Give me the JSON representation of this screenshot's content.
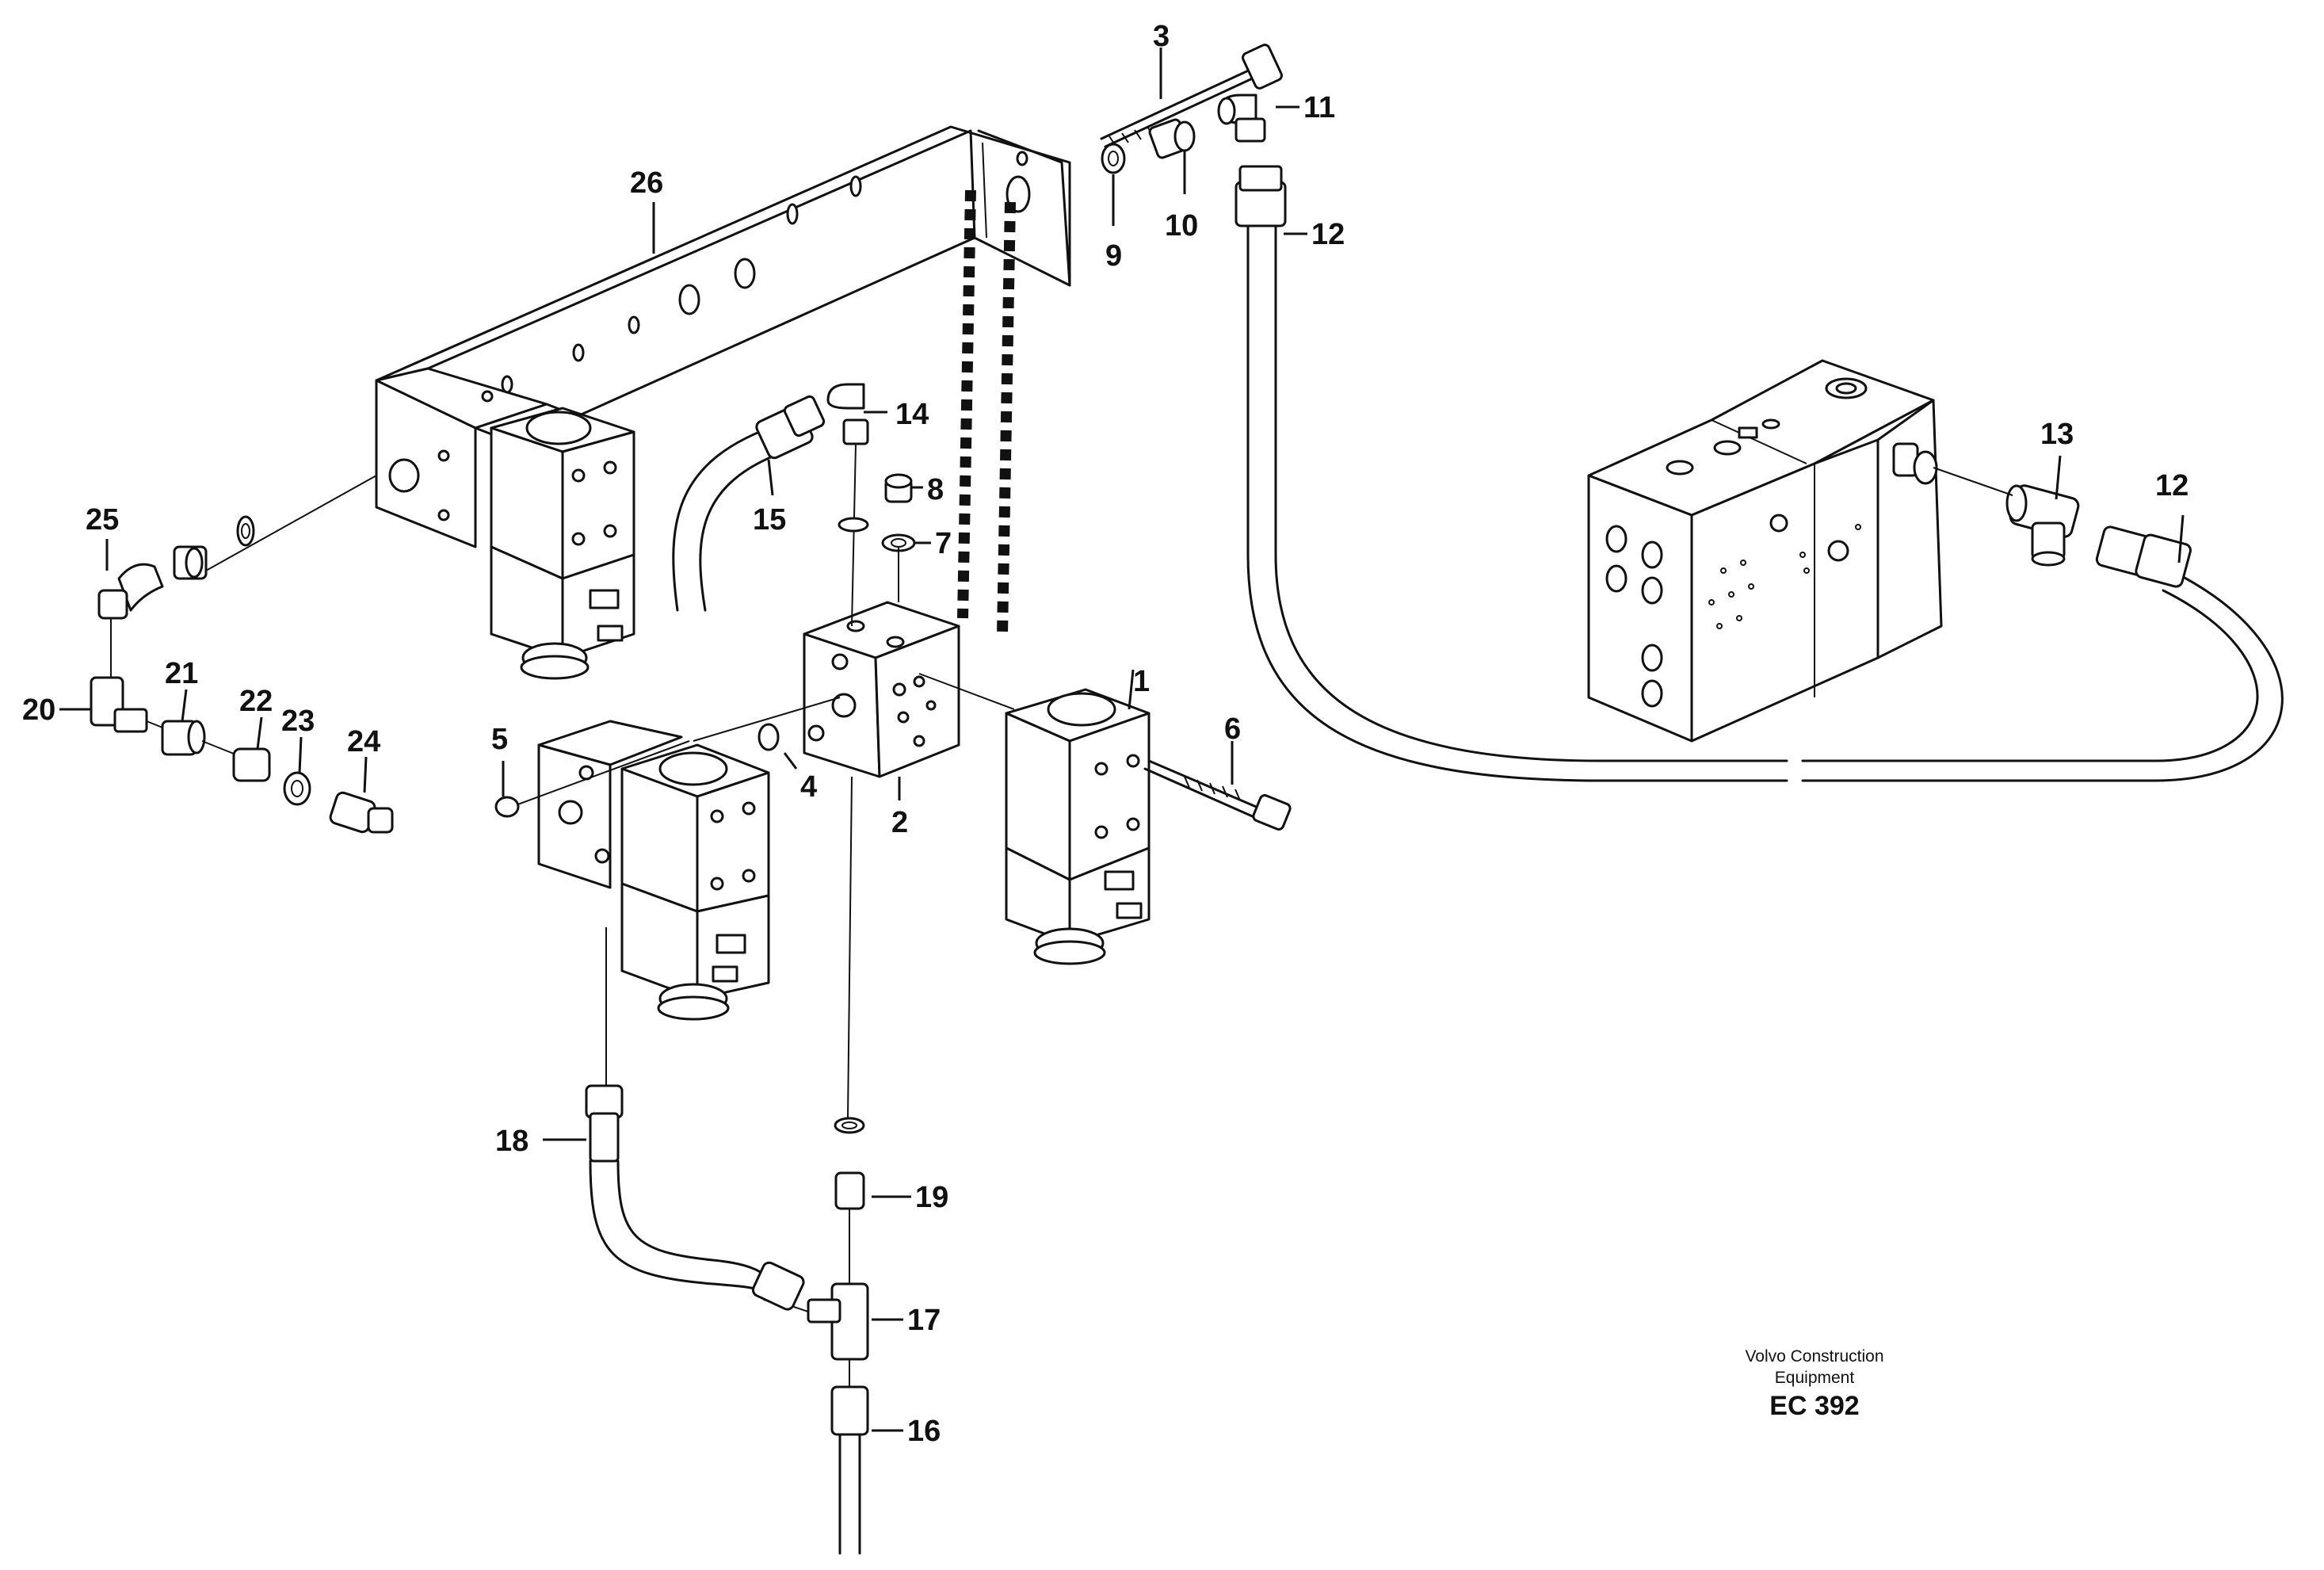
{
  "callouts": {
    "c1": "1",
    "c2": "2",
    "c3": "3",
    "c4": "4",
    "c5": "5",
    "c6": "6",
    "c7": "7",
    "c8": "8",
    "c9": "9",
    "c10": "10",
    "c11": "11",
    "c12a": "12",
    "c12b": "12",
    "c13": "13",
    "c14": "14",
    "c15": "15",
    "c16": "16",
    "c17": "17",
    "c18": "18",
    "c19": "19",
    "c20": "20",
    "c21": "21",
    "c22": "22",
    "c23": "23",
    "c24": "24",
    "c25": "25",
    "c26": "26"
  },
  "caption": {
    "line1": "Volvo Construction",
    "line2": "Equipment",
    "code": "EC 392"
  }
}
